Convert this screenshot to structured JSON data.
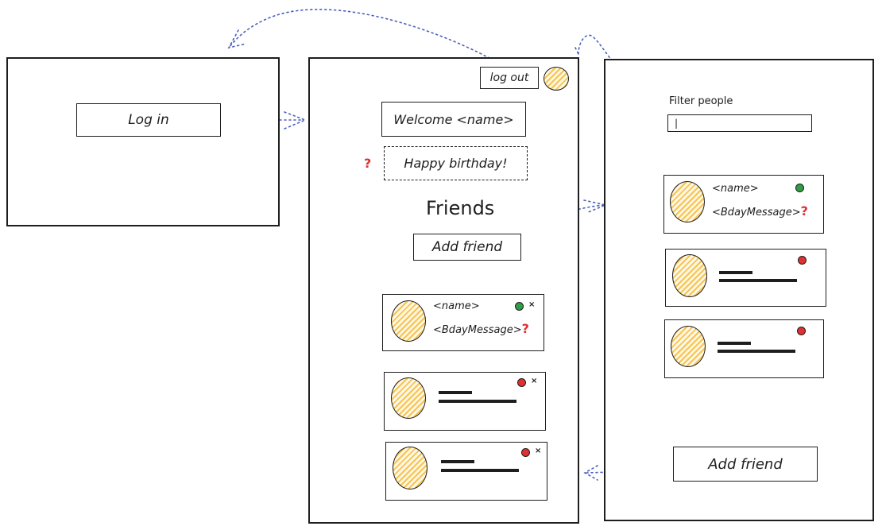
{
  "login_screen": {
    "button_label": "Log in"
  },
  "home_screen": {
    "logout_label": "log out",
    "welcome_label": "Welcome <name>",
    "birthday_label": "Happy birthday!",
    "birthday_question": "?",
    "friends_heading": "Friends",
    "add_friend_label": "Add friend",
    "friend_cards": [
      {
        "name": "<name>",
        "message": "<BdayMessage>",
        "question": "?",
        "status": "online",
        "remove": "×"
      },
      {
        "status": "offline",
        "remove": "×"
      },
      {
        "status": "offline",
        "remove": "×"
      }
    ]
  },
  "people_screen": {
    "filter_label": "Filter people",
    "filter_value": "|",
    "add_friend_label": "Add friend",
    "person_cards": [
      {
        "name": "<name>",
        "message": "<BdayMessage>",
        "question": "?",
        "status": "online"
      },
      {
        "status": "offline"
      },
      {
        "status": "offline"
      }
    ]
  },
  "colors": {
    "online": "#2f9e44",
    "offline": "#e03131",
    "question": "#e03131",
    "arrow": "#4a5fc1",
    "avatar_fill": "#f5c451"
  }
}
